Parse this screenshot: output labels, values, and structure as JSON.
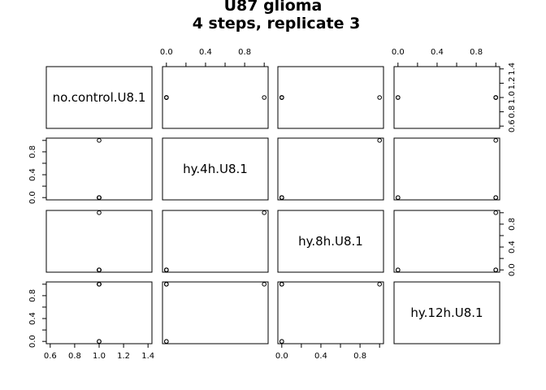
{
  "chart_data": {
    "type": "scatter",
    "subtype": "pairs-matrix",
    "title_line1": "U87 glioma",
    "title_line2": "4 steps, replicate 3",
    "variables": [
      "no.control.U8.1",
      "hy.4h.U8.1",
      "hy.8h.U8.1",
      "hy.12h.U8.1"
    ],
    "ranges": [
      [
        0.6,
        1.4
      ],
      [
        0,
        1
      ],
      [
        0,
        1
      ],
      [
        0,
        1
      ]
    ],
    "tick_labels": [
      [
        "0.6",
        "0.8",
        "1.0",
        "1.2",
        "1.4"
      ],
      [
        "0.0",
        "0.4",
        "0.8"
      ],
      [
        "0.0",
        "0.4",
        "0.8"
      ],
      [
        "0.0",
        "0.4",
        "0.8"
      ]
    ],
    "observations": [
      [
        1,
        0,
        0,
        0
      ],
      [
        1,
        1,
        1,
        1
      ],
      [
        1,
        0,
        0,
        1
      ],
      [
        1,
        0,
        0,
        1
      ],
      [
        1,
        0,
        0,
        0
      ],
      [
        1,
        0,
        0,
        1
      ]
    ],
    "point_style": "open-circle",
    "grid": false
  }
}
